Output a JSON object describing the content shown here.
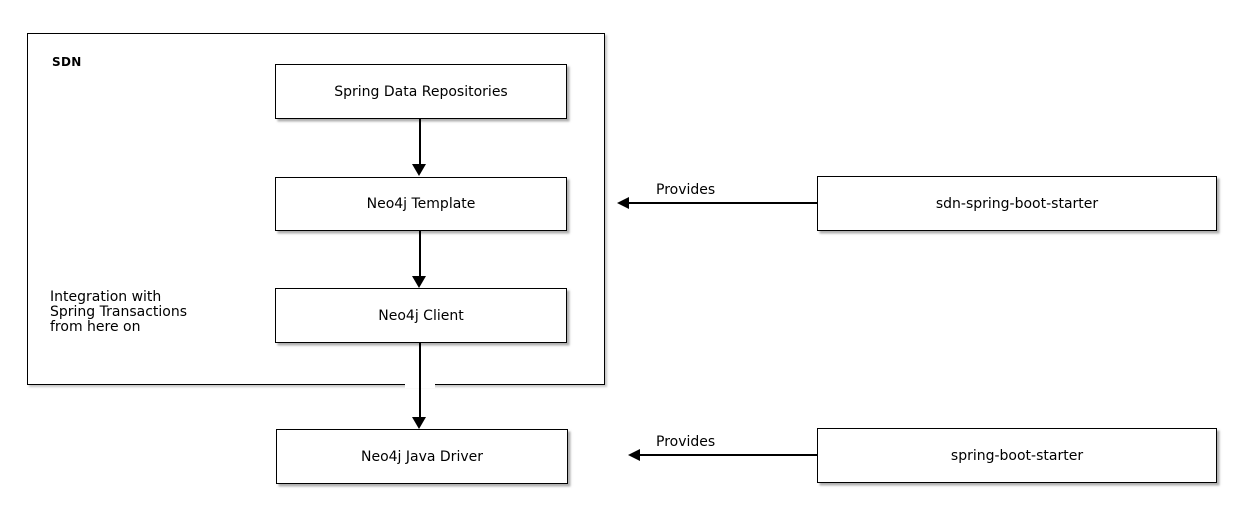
{
  "diagram": {
    "type": "component-diagram",
    "container": {
      "label": "SDN"
    },
    "nodes": {
      "repositories": {
        "label": "Spring Data Repositories"
      },
      "template": {
        "label": "Neo4j Template"
      },
      "client": {
        "label": "Neo4j Client"
      },
      "driver": {
        "label": "Neo4j Java Driver"
      },
      "sdn_starter": {
        "label": "sdn-spring-boot-starter"
      },
      "boot_starter": {
        "label": "spring-boot-starter"
      }
    },
    "note": "Integration with\nSpring Transactions\nfrom here on",
    "edges": [
      {
        "from": "Spring Data Repositories",
        "to": "Neo4j Template",
        "label": ""
      },
      {
        "from": "Neo4j Template",
        "to": "Neo4j Client",
        "label": ""
      },
      {
        "from": "Neo4j Client",
        "to": "Neo4j Java Driver",
        "label": ""
      },
      {
        "from": "sdn-spring-boot-starter",
        "to": "Neo4j Template",
        "label": "Provides"
      },
      {
        "from": "spring-boot-starter",
        "to": "Neo4j Java Driver",
        "label": "Provides"
      }
    ],
    "colors": {
      "background": "#ffffff",
      "box_fill": "#ffffff",
      "border": "#000000",
      "text": "#000000",
      "shadow": "#999999"
    }
  }
}
